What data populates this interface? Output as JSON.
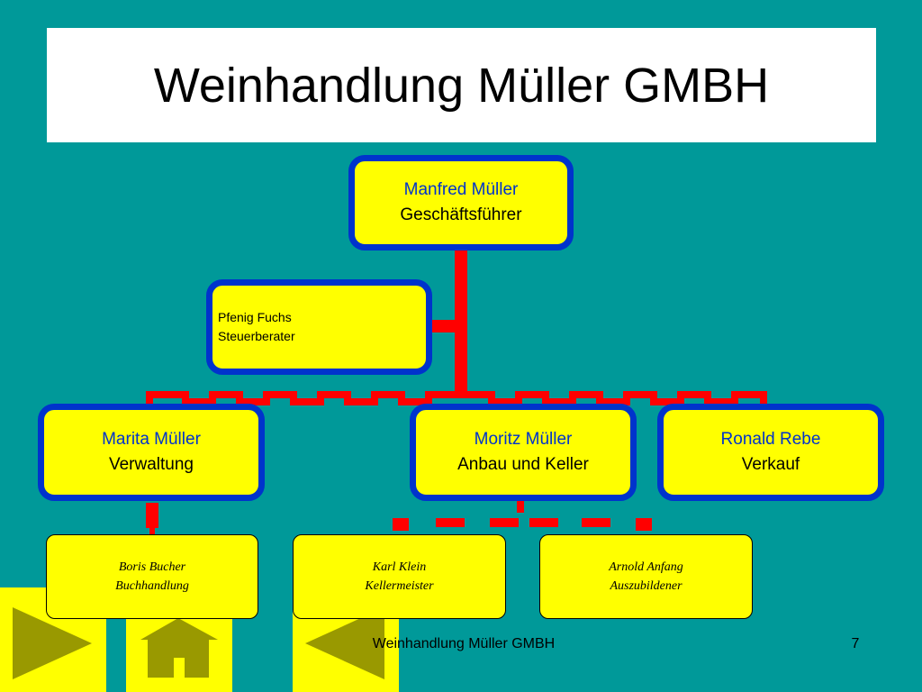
{
  "title": "Weinhandlung Müller GMBH",
  "org": {
    "ceo": {
      "name": "Manfred Müller",
      "role": "Geschäftsführer"
    },
    "advisor": {
      "name": "Pfenig Fuchs",
      "role": "Steuerberater"
    },
    "departments": [
      {
        "name": "Marita Müller",
        "role": "Verwaltung"
      },
      {
        "name": "Moritz Müller",
        "role": "Anbau und Keller"
      },
      {
        "name": "Ronald Rebe",
        "role": "Verkauf"
      }
    ],
    "staff": [
      {
        "name": "Boris Bucher",
        "role": "Buchhandlung"
      },
      {
        "name": "Karl Klein",
        "role": "Kellermeister"
      },
      {
        "name": "Arnold Anfang",
        "role": "Auszubildener"
      }
    ]
  },
  "footer": {
    "text": "Weinhandlung Müller GMBH",
    "page": "7"
  },
  "nav": {
    "next_icon": "play-forward-icon",
    "home_icon": "home-icon",
    "back_icon": "play-back-icon"
  },
  "colors": {
    "background": "#009999",
    "box_fill": "#ffff00",
    "box_border": "#0033cc",
    "connector": "#ff0000",
    "nav_fill": "#ffff00",
    "nav_icon": "#999900"
  }
}
